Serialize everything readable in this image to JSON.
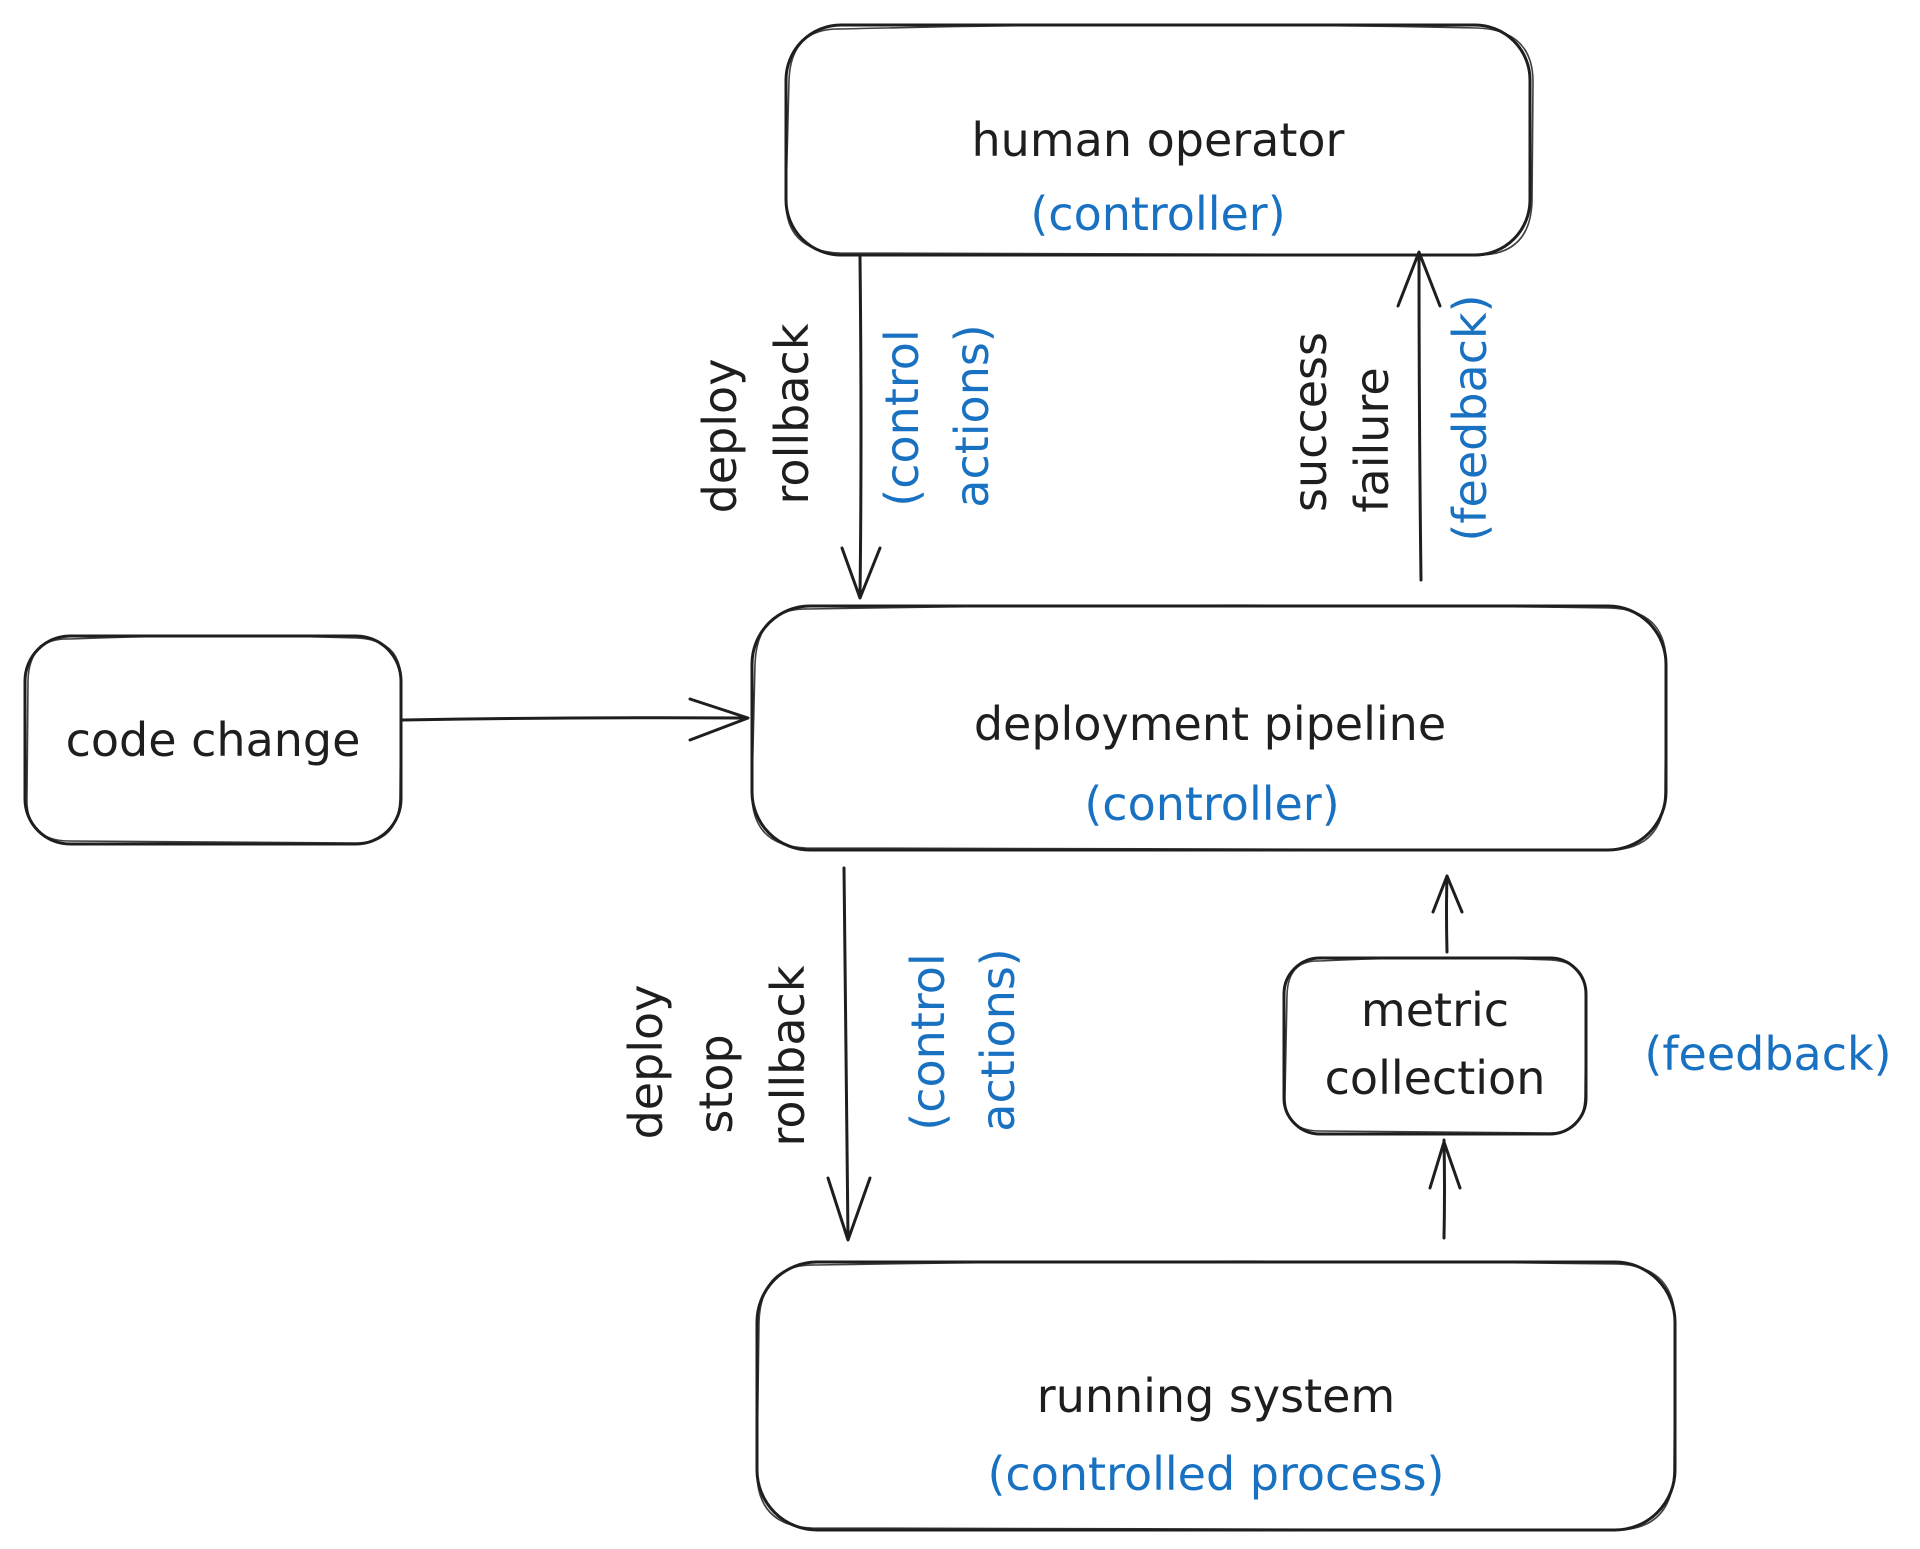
{
  "colors": {
    "stroke": "#1e1e1e",
    "accent": "#1971c2",
    "background": "#ffffff"
  },
  "nodes": {
    "human_operator": {
      "title": "human operator",
      "role": "(controller)"
    },
    "deployment_pipeline": {
      "title": "deployment pipeline",
      "role": "(controller)"
    },
    "running_system": {
      "title": "running system",
      "role": "(controlled process)"
    },
    "code_change": {
      "title": "code change"
    },
    "metric_collection": {
      "line1": "metric",
      "line2": "collection"
    }
  },
  "edges": {
    "operator_to_pipeline": {
      "actions": [
        "deploy",
        "rollback"
      ],
      "kind": [
        "(control",
        "actions)"
      ]
    },
    "pipeline_to_operator": {
      "signals": [
        "success",
        "failure"
      ],
      "kind": "(feedback)"
    },
    "pipeline_to_system": {
      "actions": [
        "deploy",
        "stop",
        "rollback"
      ],
      "kind": [
        "(control",
        "actions)"
      ]
    },
    "metrics_feedback": {
      "kind": "(feedback)"
    }
  }
}
